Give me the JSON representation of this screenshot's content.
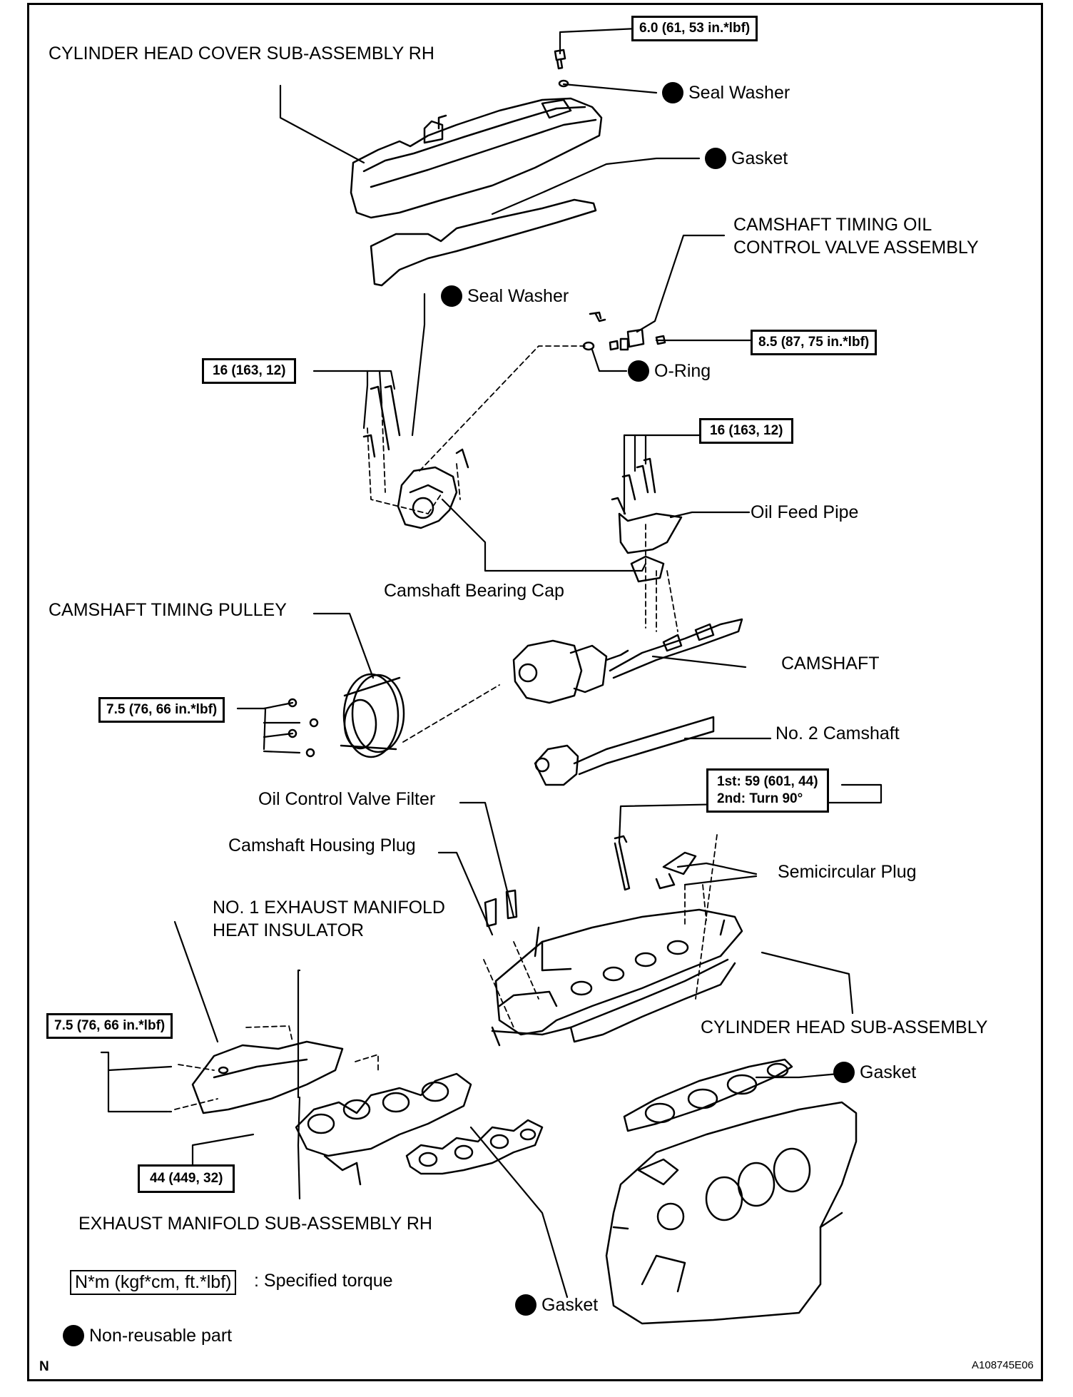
{
  "labels": {
    "cover": "CYLINDER HEAD COVER SUB-ASSEMBLY RH",
    "ocv_1": "CAMSHAFT TIMING OIL",
    "ocv_2": "CONTROL VALVE ASSEMBLY",
    "oil_feed_pipe": "Oil Feed Pipe",
    "bearing_cap": "Camshaft Bearing Cap",
    "pulley": "CAMSHAFT TIMING PULLEY",
    "camshaft": "CAMSHAFT",
    "camshaft2": "No. 2 Camshaft",
    "ocv_filter": "Oil Control Valve Filter",
    "housing_plug": "Camshaft Housing Plug",
    "semicircular_plug": "Semicircular Plug",
    "insulator_1": "NO. 1 EXHAUST MANIFOLD",
    "insulator_2": "HEAT INSULATOR",
    "cylinder_head": "CYLINDER HEAD SUB-ASSEMBLY",
    "exhaust_manifold": "EXHAUST MANIFOLD SUB-ASSEMBLY RH"
  },
  "nonreusable": {
    "seal_washer_top": "Seal Washer",
    "gasket_cover": "Gasket",
    "seal_washer_mid": "Seal Washer",
    "o_ring": "O-Ring",
    "gasket_head": "Gasket",
    "gasket_manifold": "Gasket"
  },
  "torques": {
    "cover_bolt": "6.0 (61, 53 in.*lbf)",
    "ocv_bolt": "8.5 (87, 75 in.*lbf)",
    "cap_bolts_left": "16 (163, 12)",
    "cap_bolts_right": "16 (163, 12)",
    "pulley_bolts": "7.5 (76, 66 in.*lbf)",
    "head_bolt_1": "1st: 59 (601, 44)",
    "head_bolt_2": "2nd: Turn 90°",
    "insulator_bolts": "7.5 (76, 66 in.*lbf)",
    "manifold_nut": "44 (449, 32)"
  },
  "legend": {
    "torque_unit": "N*m (kgf*cm, ft.*lbf)",
    "torque_desc": ": Specified torque",
    "nonreusable_desc": "Non-reusable part"
  },
  "footer": {
    "n_mark": "N",
    "figure_id": "A108745E06"
  }
}
